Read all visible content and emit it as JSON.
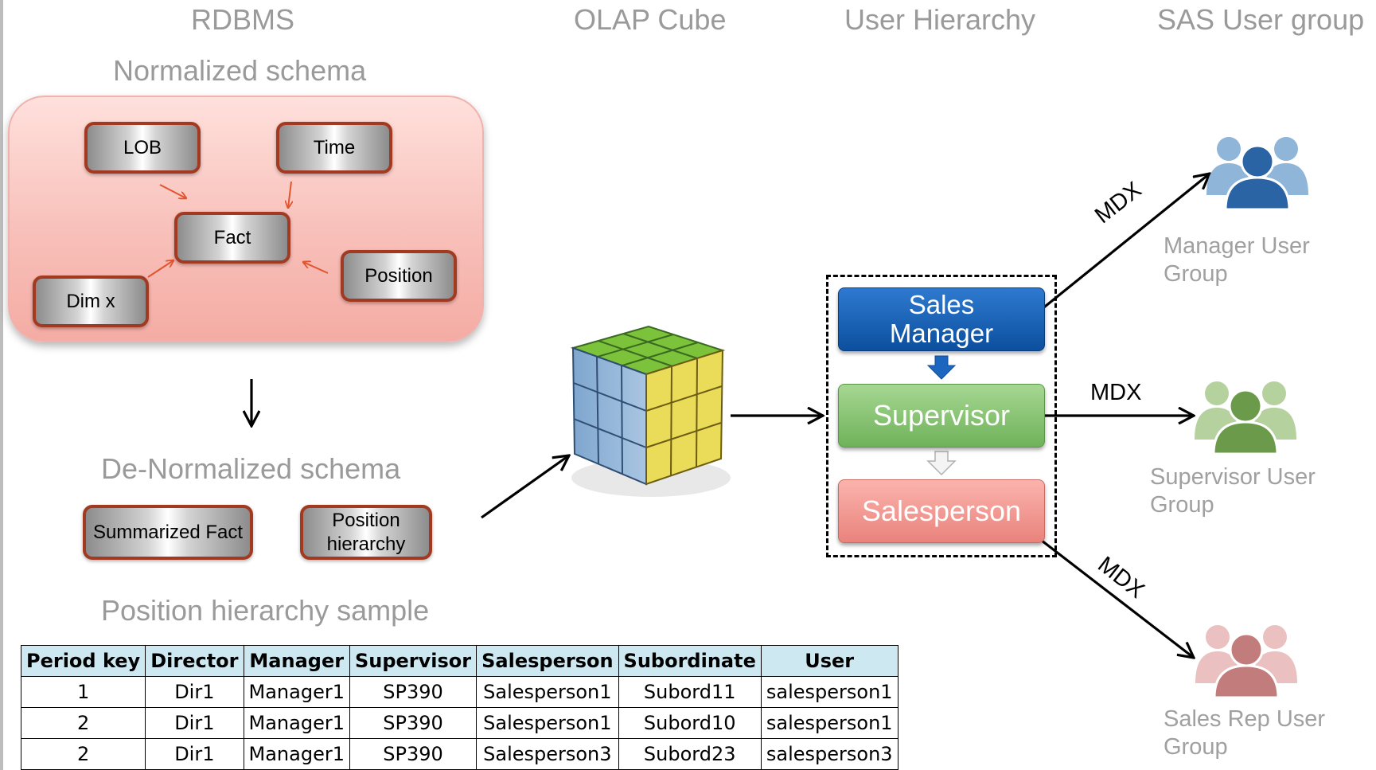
{
  "headers": {
    "rdbms": "RDBMS",
    "olap": "OLAP Cube",
    "user_hierarchy": "User Hierarchy",
    "sas_group": "SAS User group"
  },
  "normalized": {
    "title": "Normalized schema",
    "lob": "LOB",
    "time": "Time",
    "fact": "Fact",
    "position": "Position",
    "dim_x": "Dim x"
  },
  "denormalized": {
    "title": "De-Normalized schema",
    "summarized_fact": "Summarized Fact",
    "position_hierarchy": "Position hierarchy"
  },
  "hierarchy": {
    "sales_manager": "Sales Manager",
    "supervisor": "Supervisor",
    "salesperson": "Salesperson"
  },
  "mdx": [
    "MDX",
    "MDX",
    "MDX"
  ],
  "groups": [
    {
      "label": "Manager User Group",
      "color": "#2b64a4",
      "light": "#8fb5d9"
    },
    {
      "label": "Supervisor User Group",
      "color": "#6b9a4a",
      "light": "#b5d19d"
    },
    {
      "label": "Sales Rep User Group",
      "color": "#c27c7c",
      "light": "#ebc0c0"
    }
  ],
  "sample": {
    "title": "Position hierarchy sample",
    "columns": [
      "Period key",
      "Director",
      "Manager",
      "Supervisor",
      "Salesperson",
      "Subordinate",
      "User"
    ],
    "rows": [
      [
        "1",
        "Dir1",
        "Manager1",
        "SP390",
        "Salesperson1",
        "Subord11",
        "salesperson1"
      ],
      [
        "2",
        "Dir1",
        "Manager1",
        "SP390",
        "Salesperson1",
        "Subord10",
        "salesperson1"
      ],
      [
        "2",
        "Dir1",
        "Manager1",
        "SP390",
        "Salesperson3",
        "Subord23",
        "salesperson3"
      ]
    ]
  }
}
